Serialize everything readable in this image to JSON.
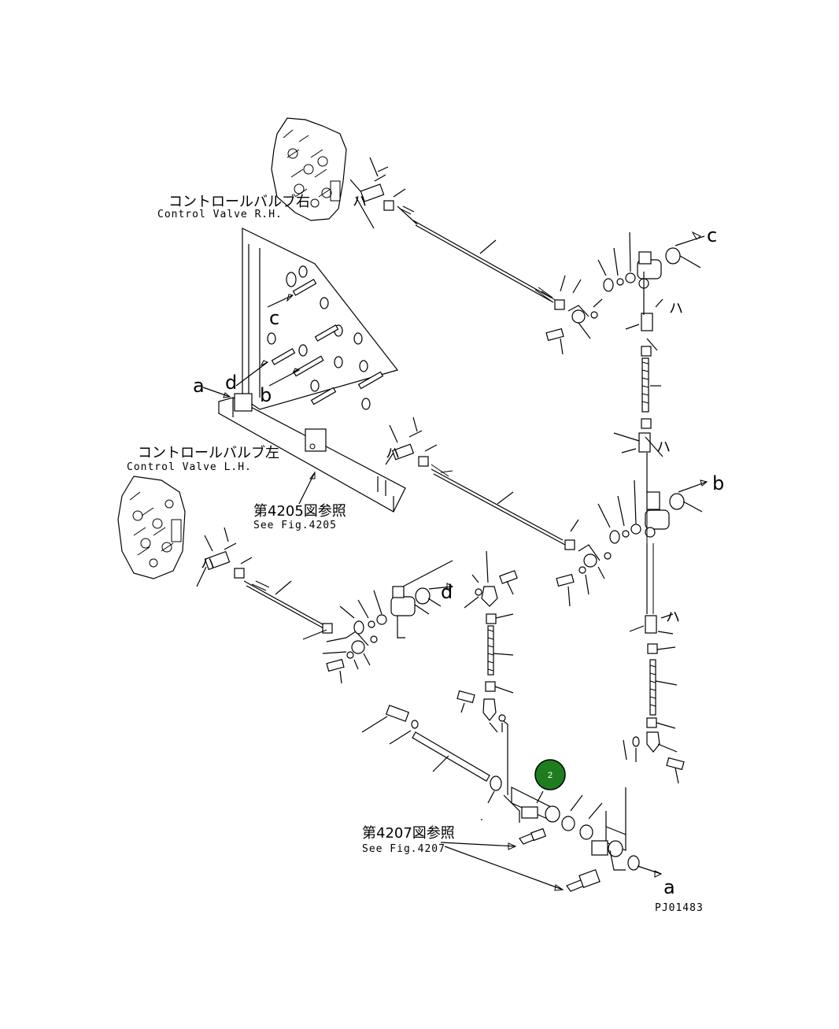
{
  "labels": {
    "cv_rh_jp": "コントロールバルブ右",
    "cv_rh_en": "Control Valve R.H.",
    "cv_lh_jp": "コントロールバルブ左",
    "cv_lh_en": "Control Valve L.H.",
    "fig4205_jp": "第4205図参照",
    "fig4205_en": "See Fig.4205",
    "fig4207_jp": "第4207図参照",
    "fig4207_en": "See Fig.4207",
    "drawing_no": "PJ01483"
  },
  "letters": {
    "a": "a",
    "b": "b",
    "c": "c",
    "d": "d",
    "ha": "ハ"
  },
  "callout": {
    "number": "2",
    "color": "#1e7d1e"
  }
}
